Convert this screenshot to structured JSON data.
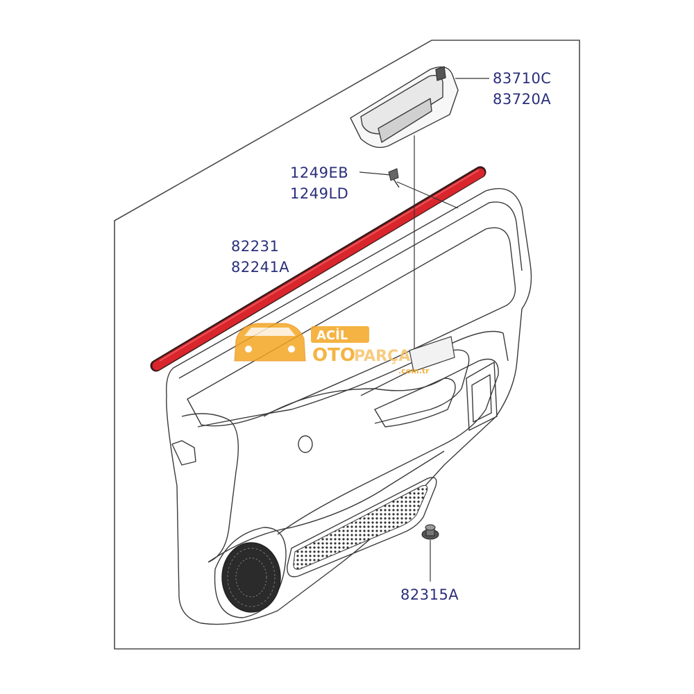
{
  "callouts": {
    "switch_panel": [
      "83710C",
      "83720A"
    ],
    "screw": [
      "1249EB",
      "1249LD"
    ],
    "weatherstrip": [
      "82231",
      "82241A"
    ],
    "clip": [
      "82315A"
    ]
  },
  "watermark": {
    "line1": "ACİL",
    "line2_a": "OTO",
    "line2_b": "PARÇA",
    "domain": ".com.tr"
  },
  "colors": {
    "weatherstrip": "#d9262c",
    "label_text": "#2a2f7a",
    "outline": "#3a3a3a",
    "watermark": "#f4a623"
  }
}
